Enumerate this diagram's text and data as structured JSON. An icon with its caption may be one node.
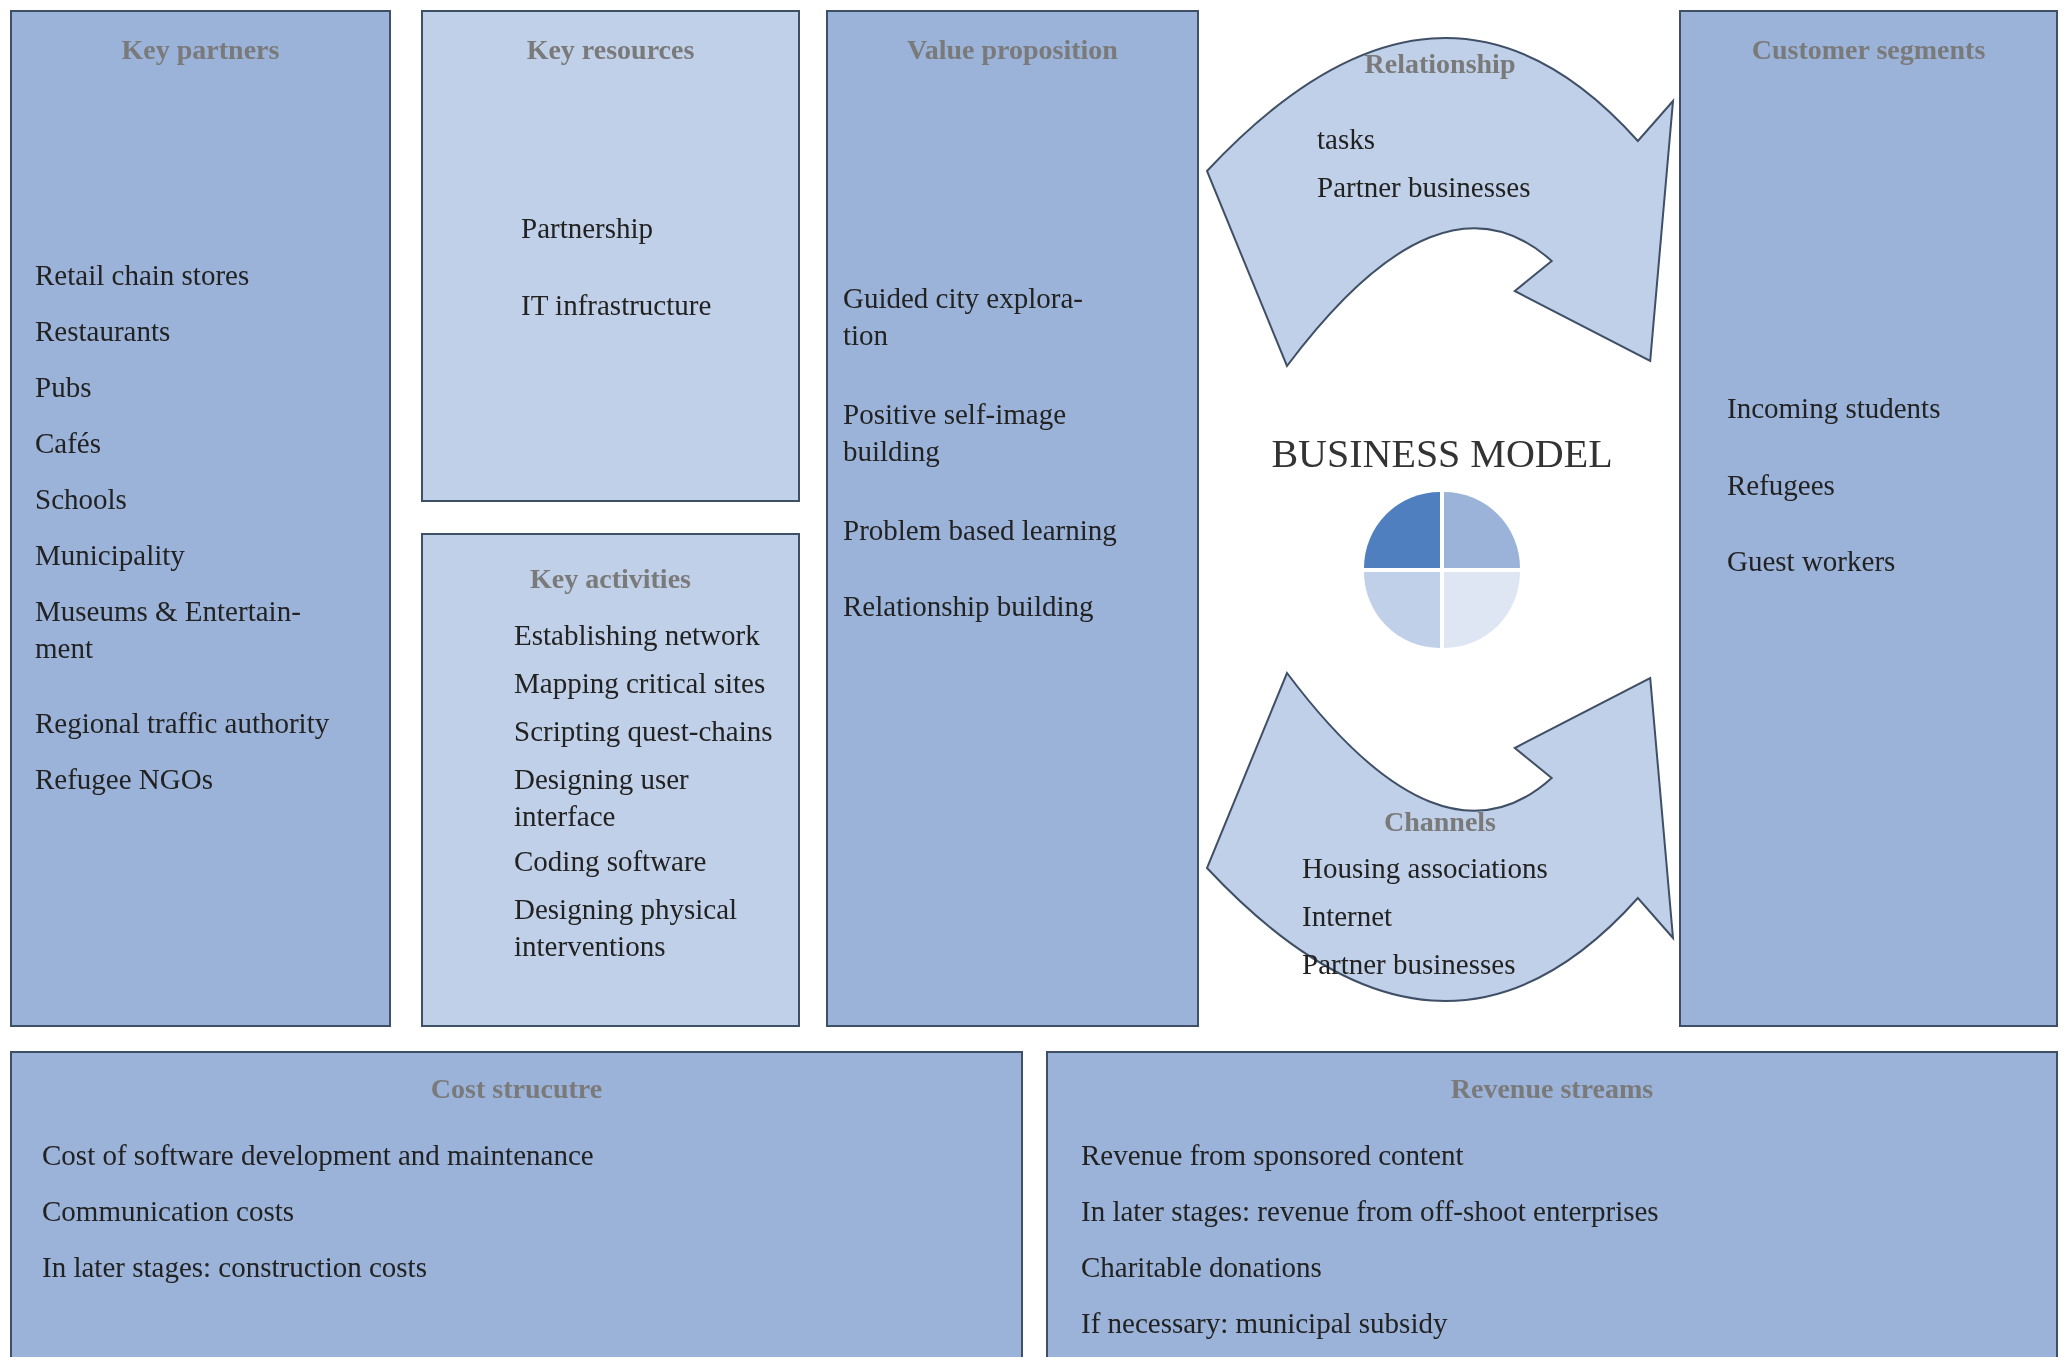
{
  "diagram": {
    "nodes": [
      {
        "text": [
          "Key partners",
          "Retail chain stores",
          "Restaurants",
          "Pubs",
          "Cafés",
          "Schools",
          "Municipality",
          "Museums & Entertain- ment",
          "Regional traffic authority",
          "Refugee NGOs"
        ]
      },
      {
        "text": [
          "Key resources",
          "Partnership",
          "IT infrastructure"
        ]
      },
      {
        "text": [
          "Key activities",
          "Establishing network",
          "Mapping critical sites",
          "Scripting quest-chains",
          "Designing user interface",
          "Coding software",
          "Designing physical interventions"
        ]
      },
      {
        "text": [
          "Value proposition",
          "Guided city explora- tion",
          "Positive self-image building",
          "Problem based learning",
          "Relationship building"
        ]
      },
      {
        "text": [
          "Relationship",
          "tasks",
          "Partner businesses"
        ]
      },
      {
        "text": [
          "Customer segments",
          "Incoming students",
          "Refugees",
          "Guest workers"
        ]
      },
      {
        "text": [
          "Channels",
          "Housing associations",
          "Internet",
          "Partner businesses"
        ]
      },
      {
        "text": [
          "Cost strucutre",
          "Cost of software development and maintenance",
          "Communication costs",
          "In later stages: construction costs"
        ]
      },
      {
        "text": [
          "Revenue streams",
          "Revenue from sponsored content",
          "In later stages: revenue from off-shoot enterprises",
          "Charitable donations",
          "If necessary: municipal subsidy"
        ]
      }
    ],
    "labels": [
      "BUSINESS MODEL"
    ]
  }
}
